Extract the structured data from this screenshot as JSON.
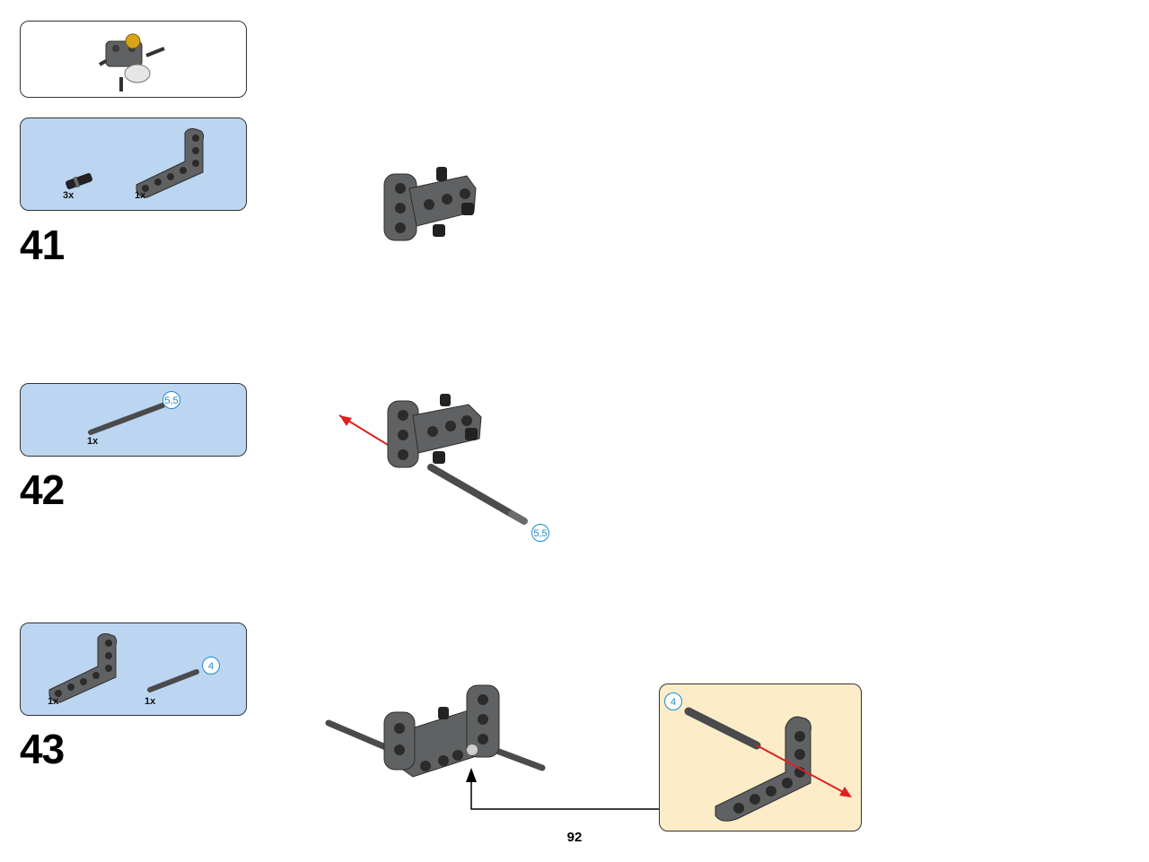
{
  "page": {
    "number": "92"
  },
  "steps": [
    {
      "number": "41",
      "parts": [
        {
          "qty": "3x"
        },
        {
          "qty": "1x"
        }
      ]
    },
    {
      "number": "42",
      "parts": [
        {
          "qty": "1x",
          "length": "5,5"
        }
      ],
      "assembly_length": "5,5"
    },
    {
      "number": "43",
      "parts": [
        {
          "qty": "1x"
        },
        {
          "qty": "1x",
          "length": "4"
        }
      ],
      "callout_length": "4"
    }
  ],
  "colors": {
    "parts_box": "#bcd6f1",
    "callout_box": "#fdecc8",
    "beam": "#5f6163",
    "arrow": "#e02020",
    "length_badge": "#1e8bd1"
  }
}
